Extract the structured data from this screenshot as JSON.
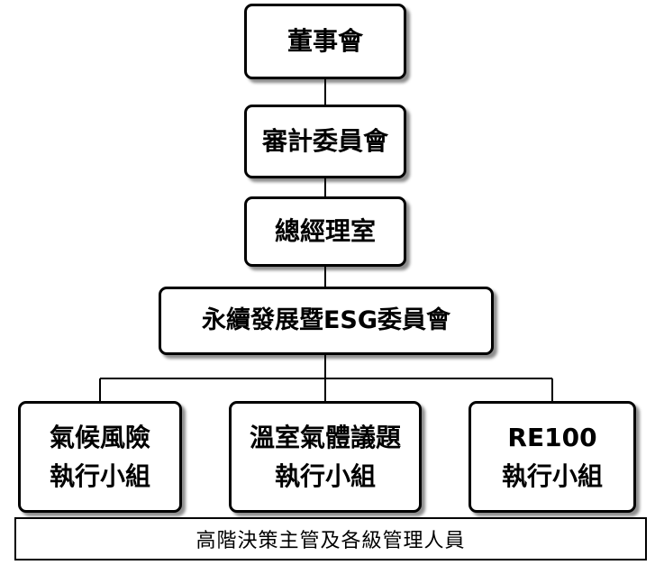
{
  "nodes": {
    "board": {
      "label": "董事會"
    },
    "audit_committee": {
      "label": "審計委員會"
    },
    "general_manager_office": {
      "label": "總經理室"
    },
    "esg_committee": {
      "label": "永續發展暨ESG委員會"
    },
    "climate_risk_group": {
      "line1": "氣候風險",
      "line2": "執行小組"
    },
    "ghg_issues_group": {
      "line1": "溫室氣體議題",
      "line2": "執行小組"
    },
    "re100_group": {
      "line1": "RE100",
      "line2": "執行小組"
    }
  },
  "footer": {
    "label": "高階決策主管及各級管理人員"
  },
  "colors": {
    "border": "#000000",
    "box_fill": "#ffffff",
    "text": "#000000"
  }
}
